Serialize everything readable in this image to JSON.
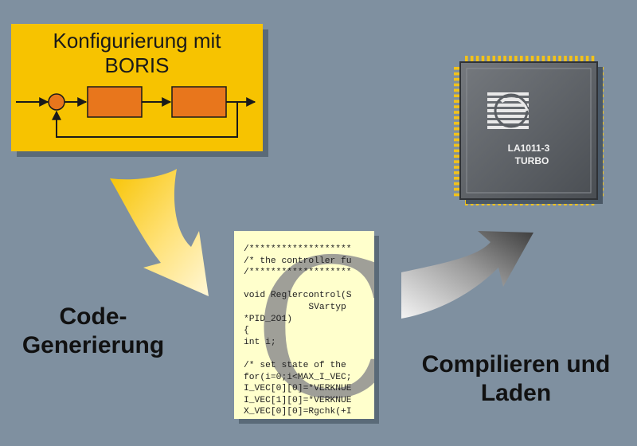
{
  "config": {
    "title_line1": "Konfigurierung mit",
    "title_line2": "BORIS"
  },
  "code_generation": {
    "label_line1": "Code-",
    "label_line2": "Generierung"
  },
  "code_sheet": {
    "watermark": "C",
    "lines": [
      "/*******************",
      "/* the controller fu",
      "/*******************",
      "",
      "void Reglercontrol(S",
      "            SVartyp",
      "*PID_2O1)",
      "{",
      "int i;",
      "",
      "/* set state of the",
      "for(i=0;i<MAX_I_VEC;",
      "I_VEC[0][0]=*VERKNUE",
      "I_VEC[1][0]=*VERKNUE",
      "X_VEC[0][0]=Rgchk(+I"
    ]
  },
  "chip": {
    "label_line1": "LA1011-3",
    "label_line2": "TURBO"
  },
  "compile": {
    "label_line1": "Compilieren und",
    "label_line2": "Laden"
  },
  "colors": {
    "background": "#7f90a0",
    "config_box": "#f7c300",
    "block_fill": "#e8761c",
    "code_sheet": "#ffffcc",
    "chip_body": "#5a5e63",
    "chip_pins": "#f2c21a"
  }
}
